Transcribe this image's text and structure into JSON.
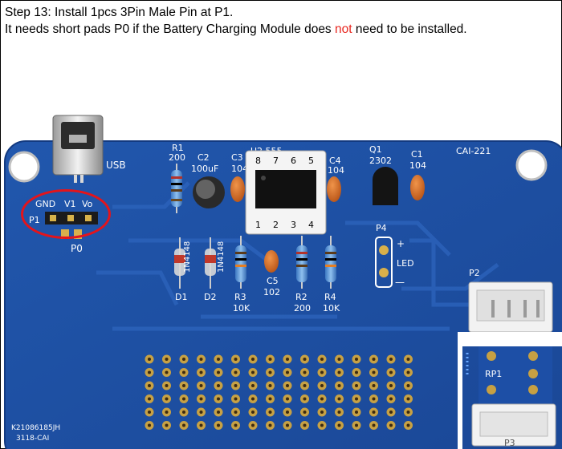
{
  "instructions": {
    "line1": "Step 13: Install 1pcs 3Pin Male Pin at P1.",
    "line2_before": "It needs short pads P0 if the Battery Charging Module does ",
    "line2_highlight": "not",
    "line2_after": " need to be installed.",
    "highlight_color": "#e8261f"
  },
  "board": {
    "color": "#1d4fa6",
    "model": "CAI-221",
    "batch_code_1": "K21086185JH",
    "batch_code_2": "3118-CAI",
    "usb_label": "USB",
    "p1": {
      "label": "P1",
      "pins": [
        "GND",
        "V1",
        "Vo"
      ]
    },
    "p0_label": "P0",
    "components": {
      "r1": {
        "ref": "R1",
        "value": "200"
      },
      "c2": {
        "ref": "C2",
        "value": "100uF"
      },
      "c3": {
        "ref": "C3",
        "value": "104"
      },
      "u2": {
        "ref": "U2 555",
        "pins_top": [
          "8",
          "7",
          "6",
          "5"
        ],
        "pins_bottom": [
          "1",
          "2",
          "3",
          "4"
        ]
      },
      "c4": {
        "ref": "C4",
        "value": "104"
      },
      "q1": {
        "ref": "Q1",
        "value": "2302"
      },
      "c1": {
        "ref": "C1",
        "value": "104"
      },
      "d1": {
        "ref": "D1",
        "value": "1N4148"
      },
      "d2": {
        "ref": "D2",
        "value": "1N4148"
      },
      "r3": {
        "ref": "R3",
        "value": "10K"
      },
      "c5": {
        "ref": "C5",
        "value": "102"
      },
      "r2": {
        "ref": "R2",
        "value": "200"
      },
      "r4": {
        "ref": "R4",
        "value": "10K"
      },
      "p4": {
        "ref": "P4",
        "plus": "+",
        "minus": "—",
        "led": "LED"
      },
      "p2": {
        "ref": "P2"
      },
      "rp1": {
        "ref": "RP1"
      },
      "p3": {
        "ref": "P3"
      }
    }
  },
  "callout_color": "#e4141b"
}
